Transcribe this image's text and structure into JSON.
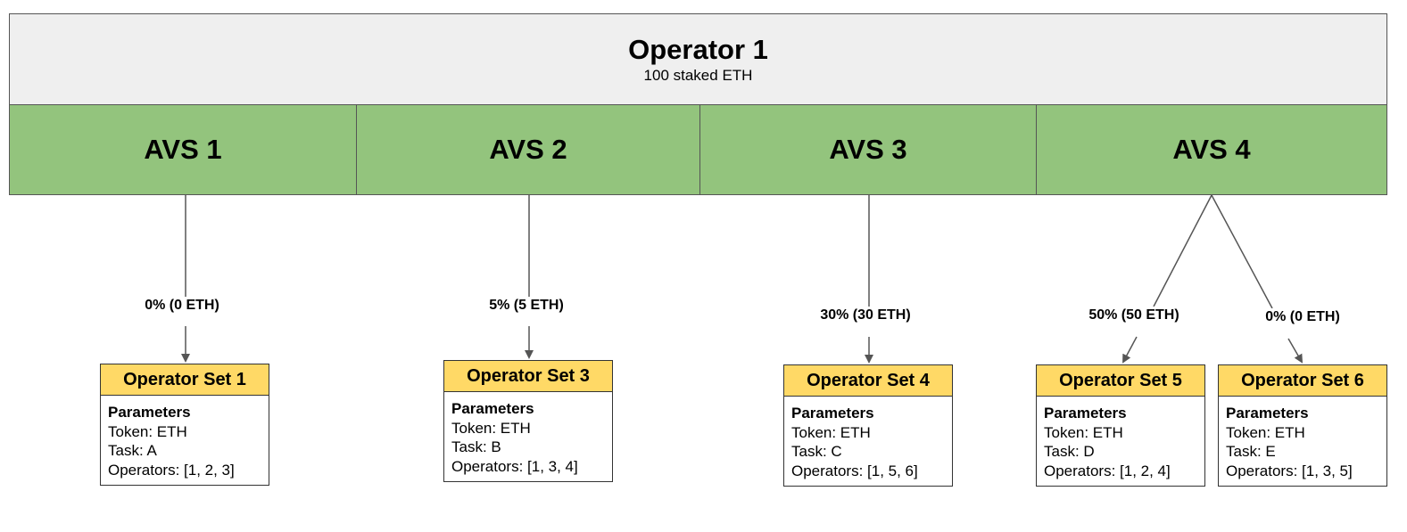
{
  "operator": {
    "title": "Operator 1",
    "subtitle": "100 staked ETH"
  },
  "avs": [
    {
      "label": "AVS 1"
    },
    {
      "label": "AVS 2"
    },
    {
      "label": "AVS 3"
    },
    {
      "label": "AVS 4"
    }
  ],
  "allocations": [
    {
      "text": "0% (0 ETH)"
    },
    {
      "text": "5% (5 ETH)"
    },
    {
      "text": "30% (30 ETH)"
    },
    {
      "text": "50% (50 ETH)"
    },
    {
      "text": "0% (0 ETH)"
    }
  ],
  "operator_sets": [
    {
      "title": "Operator Set 1",
      "params_label": "Parameters",
      "token": "Token: ETH",
      "task": "Task: A",
      "operators": "Operators: [1, 2, 3]"
    },
    {
      "title": "Operator Set 3",
      "params_label": "Parameters",
      "token": "Token: ETH",
      "task": "Task: B",
      "operators": "Operators: [1, 3, 4]"
    },
    {
      "title": "Operator Set 4",
      "params_label": "Parameters",
      "token": "Token: ETH",
      "task": "Task: C",
      "operators": "Operators: [1, 5, 6]"
    },
    {
      "title": "Operator Set 5",
      "params_label": "Parameters",
      "token": "Token: ETH",
      "task": "Task: D",
      "operators": "Operators: [1, 2, 4]"
    },
    {
      "title": "Operator Set 6",
      "params_label": "Parameters",
      "token": "Token: ETH",
      "task": "Task: E",
      "operators": "Operators: [1, 3, 5]"
    }
  ],
  "colors": {
    "operator_bg": "#efefef",
    "avs_bg": "#93c47d",
    "set_header_bg": "#ffd966",
    "line": "#555555"
  }
}
